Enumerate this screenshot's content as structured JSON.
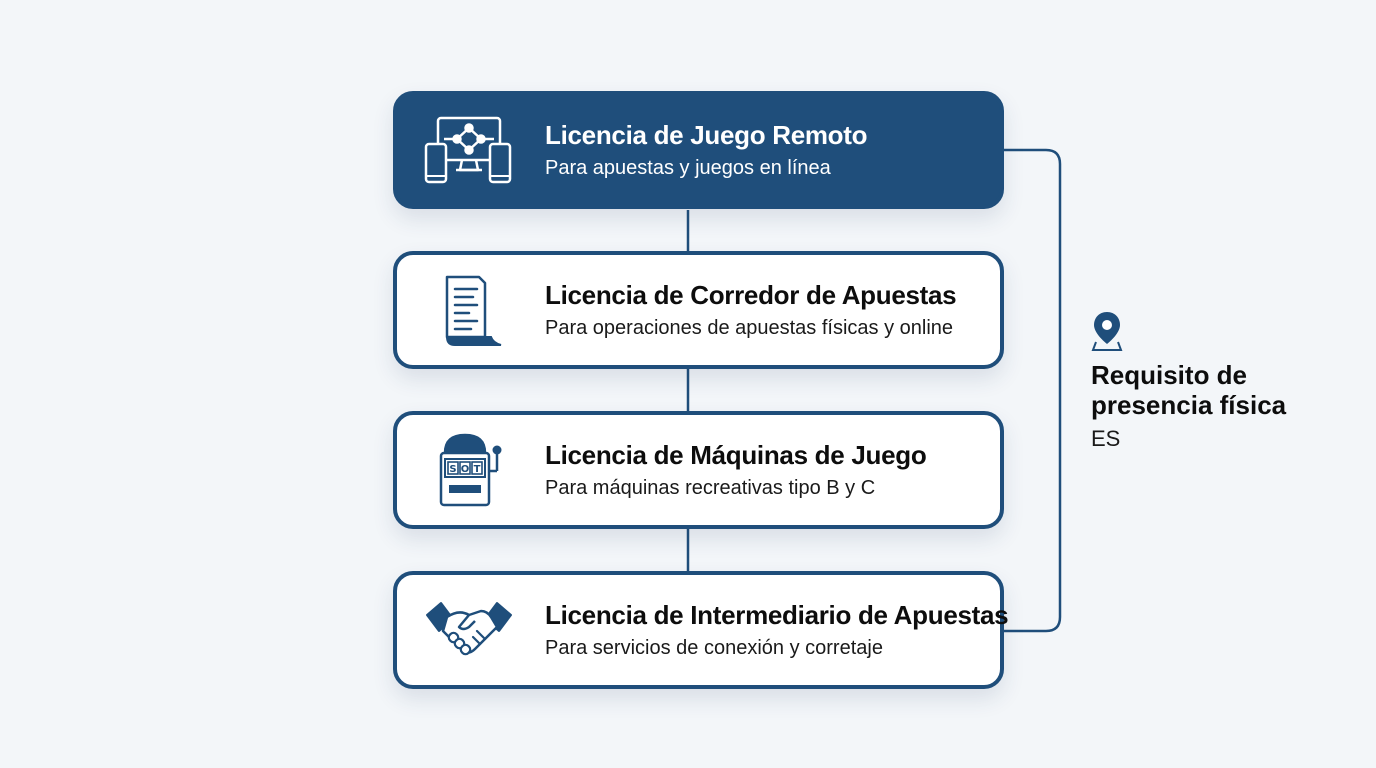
{
  "licenses": [
    {
      "title": "Licencia de Juego Remoto",
      "subtitle": "Para apuestas y juegos en línea",
      "icon": "remote-devices-icon"
    },
    {
      "title": "Licencia de Corredor de Apuestas",
      "subtitle": "Para operaciones de apuestas físicas y online",
      "icon": "betting-slip-icon"
    },
    {
      "title": "Licencia de Máquinas de Juego",
      "subtitle": "Para máquinas recreativas tipo B y C",
      "icon": "slot-machine-icon"
    },
    {
      "title": "Licencia de Intermediario de Apuestas",
      "subtitle": "Para servicios de conexión y corretaje",
      "icon": "handshake-icon"
    }
  ],
  "requirement": {
    "title": "Requisito de\npresencia física",
    "code": "ES",
    "icon": "location-pin-icon"
  },
  "colors": {
    "primary": "#1f4e7b",
    "background": "#f3f6f9"
  }
}
